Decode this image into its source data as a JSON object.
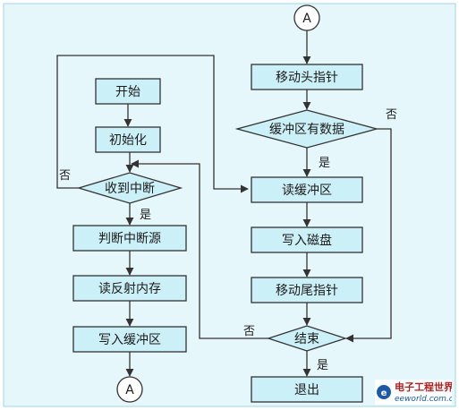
{
  "colors": {
    "background": "#e6f7fb",
    "box_fill": "#ccf0f7",
    "stroke": "#333333"
  },
  "flowchart": {
    "left": {
      "start": "开始",
      "init": "初始化",
      "decision": "收到中断",
      "judge": "判断中断源",
      "read_mem": "读反射内存",
      "write_buf": "写入缓冲区",
      "connector": "A",
      "yes_label": "是",
      "no_label": "否"
    },
    "right": {
      "connector": "A",
      "move_head": "移动头指针",
      "decision_data": "缓冲区有数据",
      "read_buf": "读缓冲区",
      "write_disk": "写入磁盘",
      "move_tail": "移动尾指针",
      "decision_end": "结束",
      "exit": "退出",
      "yes_label_data": "是",
      "no_label_data": "否",
      "yes_label_end": "是",
      "no_label_end": "否"
    }
  },
  "watermark": {
    "title": "电子工程世界",
    "url": "eeworld.com.cn",
    "icon": "eeworld-logo-icon"
  }
}
